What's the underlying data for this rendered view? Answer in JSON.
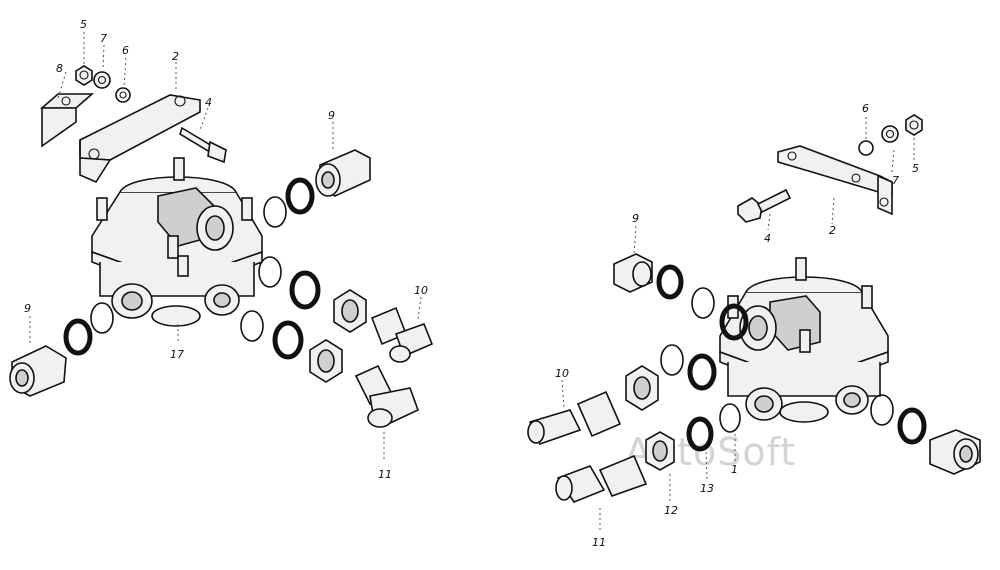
{
  "watermark": "AutoSoft",
  "labels": {
    "l5": "5",
    "l7": "7",
    "l6": "6",
    "l8": "8",
    "l2": "2",
    "l4": "4",
    "l9": "9",
    "l9b": "9",
    "l10": "10",
    "l17": "17",
    "l11": "11",
    "r6": "6",
    "r7": "7",
    "r5": "5",
    "r4": "4",
    "r2": "2",
    "r9": "9",
    "r10": "10",
    "r1": "1",
    "r13": "13",
    "r12": "12",
    "r11": "11"
  }
}
